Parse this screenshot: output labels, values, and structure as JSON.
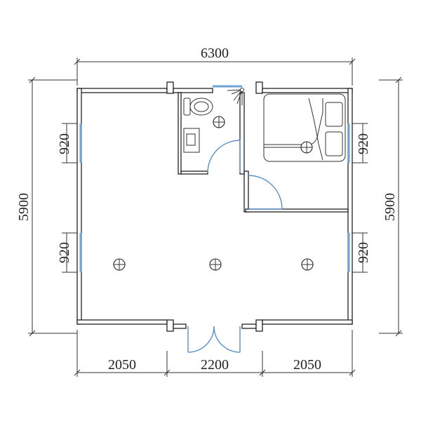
{
  "colors": {
    "wall": "#222222",
    "window": "#6fa3d6",
    "door": "#5b8fc8",
    "background": "#ffffff"
  },
  "dimensions": {
    "top_total": "6300",
    "left_total": "5900",
    "right_total": "5900",
    "bottom_left": "2050",
    "bottom_middle": "2200",
    "bottom_right": "2050",
    "left_window_upper": "920",
    "left_window_lower": "920",
    "right_window_upper": "920",
    "right_window_lower": "920"
  },
  "icons": {
    "ceiling_light": "light-icon",
    "toilet": "toilet-icon",
    "sink": "sink-icon",
    "shower": "shower-icon",
    "bed": "bed-icon"
  }
}
